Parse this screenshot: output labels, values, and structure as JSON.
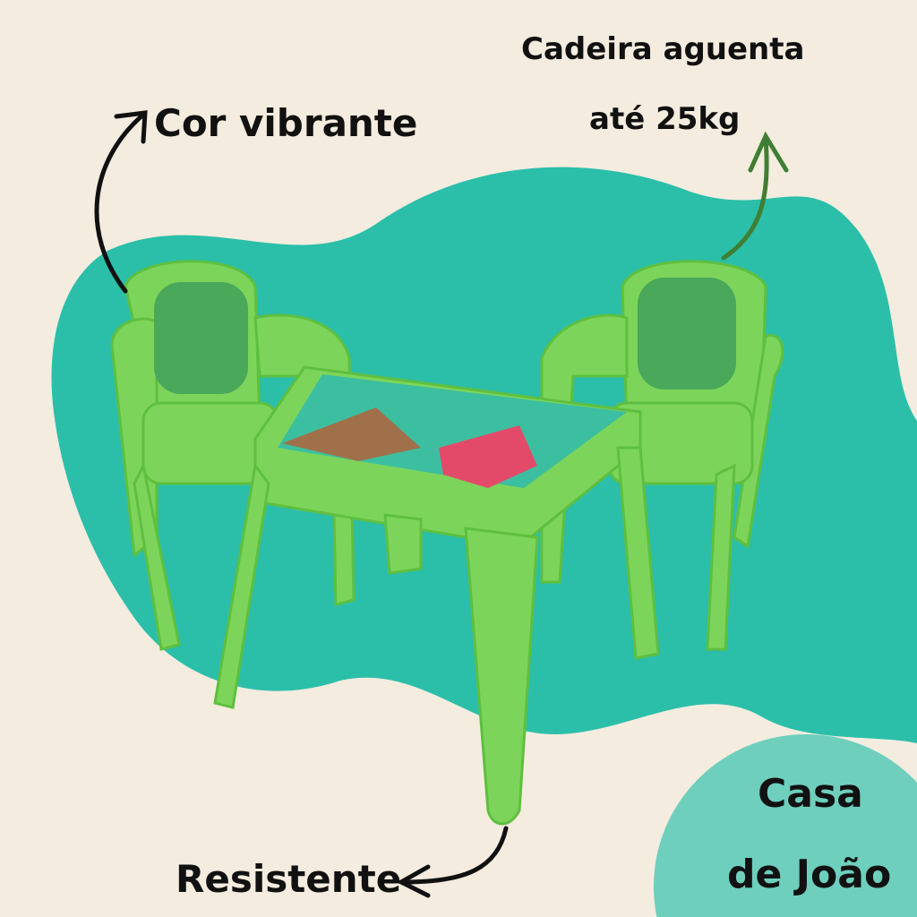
{
  "colors": {
    "background": "#f4ecdf",
    "blob": "#2bbfa9",
    "brand_circle": "#6ecfbd",
    "furniture": "#7cd55a",
    "text": "#111111"
  },
  "annotations": {
    "color": "Cor vibrante",
    "chair_line1": "Cadeira aguenta",
    "chair_line2": "até 25kg",
    "resistant": "Resistente"
  },
  "brand": {
    "line1": "Casa",
    "line2": "de João"
  },
  "icons": [
    "arrow-up-curved-icon",
    "arrow-up-green-icon",
    "arrow-left-curved-icon"
  ]
}
